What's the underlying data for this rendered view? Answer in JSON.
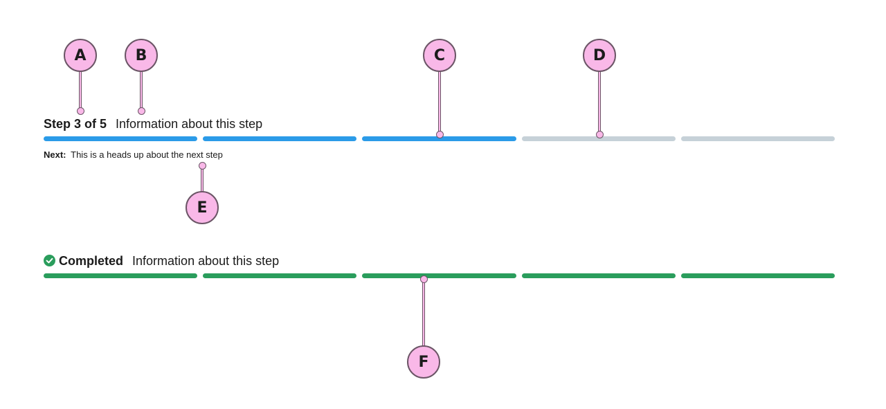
{
  "in_progress": {
    "step_count": "Step 3 of 5",
    "info": "Information about this step",
    "steps_total": 5,
    "steps_done": 3,
    "active_color": "#2b9be8",
    "inactive_color": "#c6d1d8",
    "next_label": "Next:",
    "next_text": "This is a heads up about the next step"
  },
  "completed": {
    "label": "Completed",
    "info": "Information about this step",
    "steps_total": 5,
    "steps_done": 5,
    "color": "#2a9d5c",
    "icon": "check-circle-icon"
  },
  "callouts": {
    "a": "A",
    "b": "B",
    "c": "C",
    "d": "D",
    "e": "E",
    "f": "F"
  }
}
